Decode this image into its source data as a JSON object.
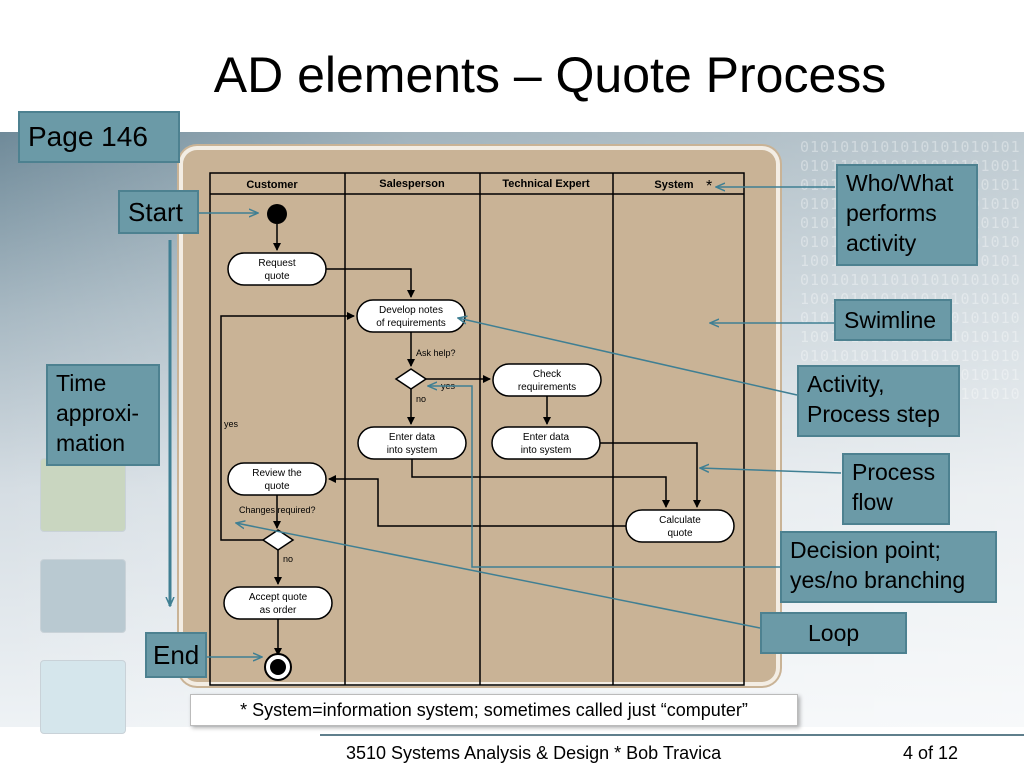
{
  "slide": {
    "title": "AD elements – Quote Process",
    "page_ref": "Page 146",
    "footnote": "* System=information system; sometimes called just “computer”",
    "footer": "3510 Systems Analysis & Design * Bob Travica",
    "page_number": "4 of 12"
  },
  "callouts": {
    "start": "Start",
    "end": "End",
    "time": [
      "Time",
      "approxi-",
      "mation"
    ],
    "who_what": [
      "Who/What",
      "performs",
      "activity"
    ],
    "swimline": "Swimline",
    "activity": [
      "Activity,",
      "Process step"
    ],
    "process_flow": [
      "Process",
      "flow"
    ],
    "decision": [
      "Decision point;",
      "yes/no branching"
    ],
    "loop": "Loop"
  },
  "diagram": {
    "lanes": [
      "Customer",
      "Salesperson",
      "Technical Expert",
      "System"
    ],
    "system_marker": "*",
    "activities": {
      "request_quote": [
        "Request",
        "quote"
      ],
      "develop_notes": [
        "Develop notes",
        "of requirements"
      ],
      "check_requirements": [
        "Check",
        "requirements"
      ],
      "enter_data_sales": [
        "Enter data",
        "into system"
      ],
      "enter_data_tech": [
        "Enter data",
        "into system"
      ],
      "review_quote": [
        "Review the",
        "quote"
      ],
      "calculate_quote": [
        "Calculate",
        "quote"
      ],
      "accept_quote": [
        "Accept quote",
        "as order"
      ]
    },
    "guards": {
      "ask_help": "Ask help?",
      "yes_help": "yes",
      "no_help": "no",
      "changes_required": "Changes required?",
      "yes_changes": "yes",
      "no_changes": "no"
    }
  },
  "colors": {
    "label_fill": "#6b9aa7",
    "diagram_bg": "#c9b396",
    "arrow": "#3f7f93"
  }
}
